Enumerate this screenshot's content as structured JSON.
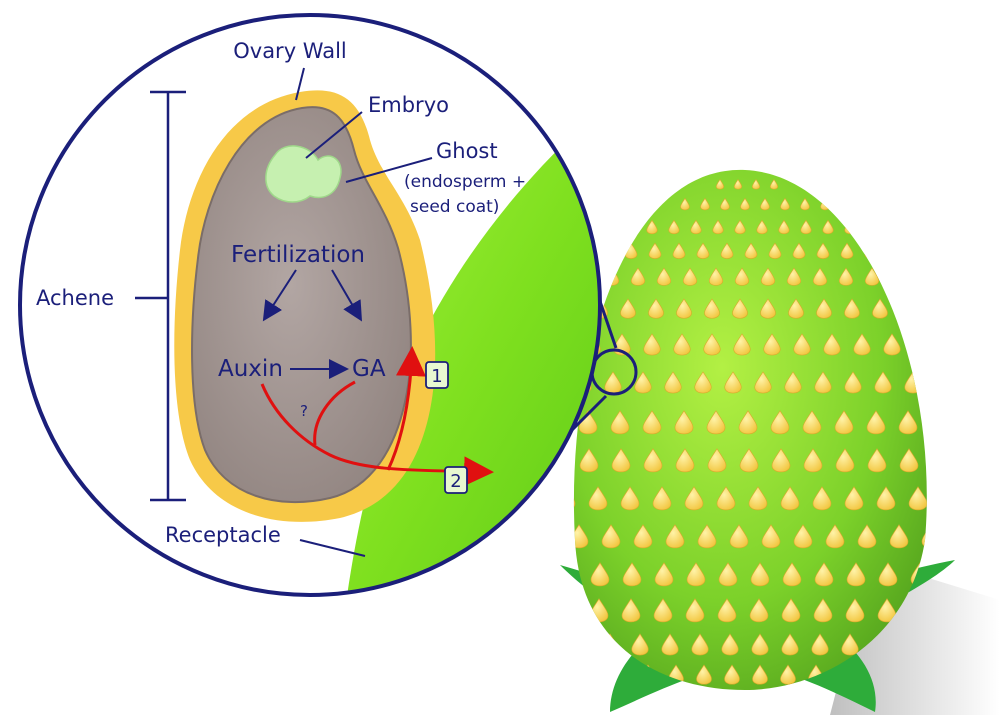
{
  "labels": {
    "ovary_wall": "Ovary Wall",
    "embryo": "Embryo",
    "ghost": "Ghost",
    "ghost_detail_1": "(endosperm +",
    "ghost_detail_2": "seed coat)",
    "achene": "Achene",
    "fertilization": "Fertilization",
    "auxin": "Auxin",
    "ga": "GA",
    "question": "?",
    "receptacle": "Receptacle"
  },
  "steps": [
    "1",
    "2"
  ],
  "colors": {
    "outline": "#1b1f7a",
    "ovary_wall": "#f7c948",
    "seed_interior": "#a39490",
    "embryo": "#c6f0b0",
    "receptacle": "#7ddc1f",
    "fruit": "#86d62a",
    "achene_dots": "#f6d25a",
    "base_leaves": "#2eac3a",
    "signal_arrows": "#e01010"
  }
}
